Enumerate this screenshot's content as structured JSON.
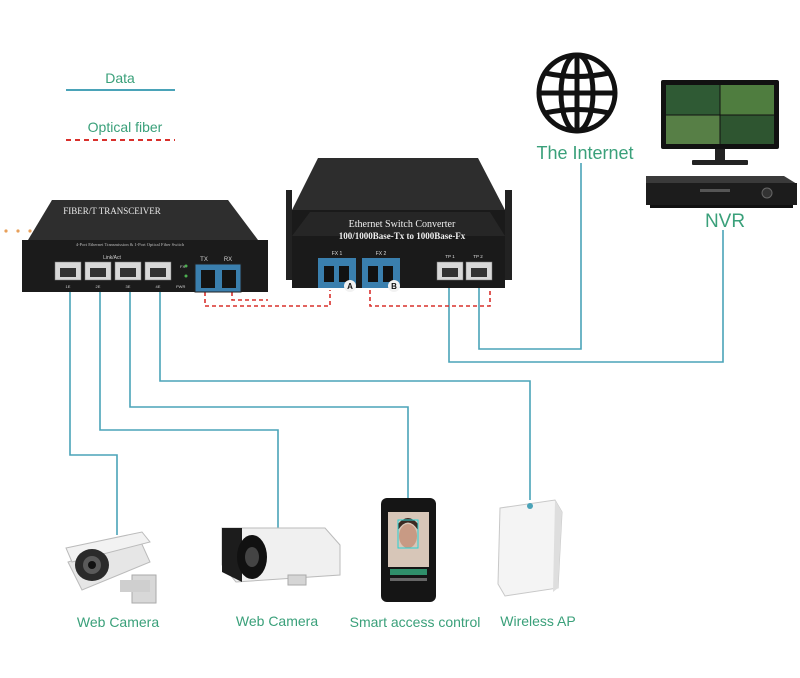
{
  "legend": {
    "data_label": "Data",
    "fiber_label": "Optical fiber",
    "data_color": "#4aa3b8",
    "fiber_color": "#d9302c"
  },
  "transceiver": {
    "title": "FIBER/T TRANSCEIVER",
    "subtitle": "4-Port Ethernet Transmission & 1-Port Optical Fiber Switch",
    "link_label": "Link/Act",
    "tx_label": "TX",
    "rx_label": "RX",
    "fx_label": "FX",
    "pwr_label": "PWR",
    "port_labels": [
      "1E",
      "2E",
      "3E",
      "4E"
    ]
  },
  "converter": {
    "title": "Ethernet Switch Converter",
    "subtitle": "100/1000Base-Tx to 1000Base-Fx",
    "fx1_label": "FX 1",
    "fx2_label": "FX 2",
    "badge_a": "A",
    "badge_b": "B",
    "tp1_label": "TP 1",
    "tp2_label": "TP 2"
  },
  "nodes": {
    "internet_label": "The Internet",
    "nvr_label": "NVR",
    "camera1_label": "Web Camera",
    "camera2_label": "Web Camera",
    "access_label": "Smart access control",
    "ap_label": "Wireless AP"
  },
  "icons": [
    "globe-icon",
    "monitor-icon",
    "nvr-recorder-icon",
    "dome-camera-icon",
    "bullet-camera-icon",
    "face-access-terminal-icon",
    "wireless-ap-icon"
  ],
  "colors": {
    "accent_text": "#3aa07a",
    "device_body": "#1e1e1e",
    "orange_dots": "#e8a05a"
  }
}
